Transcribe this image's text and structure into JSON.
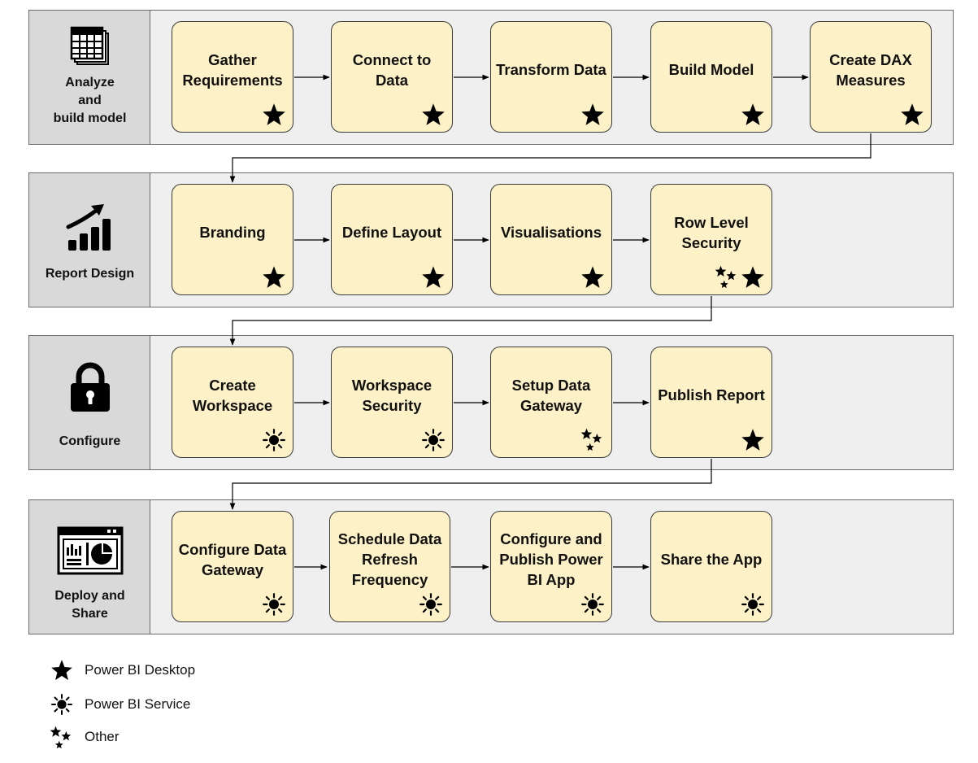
{
  "phases": [
    {
      "label": "Analyze\nand\nbuild model",
      "icon": "spreadsheet-stack-icon",
      "steps": [
        {
          "label": "Gather Requirements",
          "tool": "desktop"
        },
        {
          "label": "Connect to Data",
          "tool": "desktop"
        },
        {
          "label": "Transform Data",
          "tool": "desktop"
        },
        {
          "label": "Build Model",
          "tool": "desktop"
        },
        {
          "label": "Create DAX Measures",
          "tool": "desktop"
        }
      ]
    },
    {
      "label": "Report Design",
      "icon": "growth-chart-icon",
      "steps": [
        {
          "label": "Branding",
          "tool": "desktop"
        },
        {
          "label": "Define Layout",
          "tool": "desktop"
        },
        {
          "label": "Visualisations",
          "tool": "desktop"
        },
        {
          "label": "Row Level Security",
          "tool": "other+desktop"
        }
      ]
    },
    {
      "label": "Configure",
      "icon": "padlock-icon",
      "steps": [
        {
          "label": "Create Workspace",
          "tool": "service"
        },
        {
          "label": "Workspace Security",
          "tool": "service"
        },
        {
          "label": "Setup Data Gateway",
          "tool": "other"
        },
        {
          "label": "Publish Report",
          "tool": "desktop"
        }
      ]
    },
    {
      "label": "Deploy and\nShare",
      "icon": "dashboard-window-icon",
      "steps": [
        {
          "label": "Configure Data Gateway",
          "tool": "service"
        },
        {
          "label": "Schedule Data Refresh Frequency",
          "tool": "service"
        },
        {
          "label": "Configure and Publish Power BI App",
          "tool": "service"
        },
        {
          "label": "Share the App",
          "tool": "service"
        }
      ]
    }
  ],
  "legend": [
    {
      "icon": "star-icon",
      "label": "Power BI Desktop"
    },
    {
      "icon": "sun-icon",
      "label": "Power BI Service"
    },
    {
      "icon": "three-stars-icon",
      "label": "Other"
    }
  ]
}
